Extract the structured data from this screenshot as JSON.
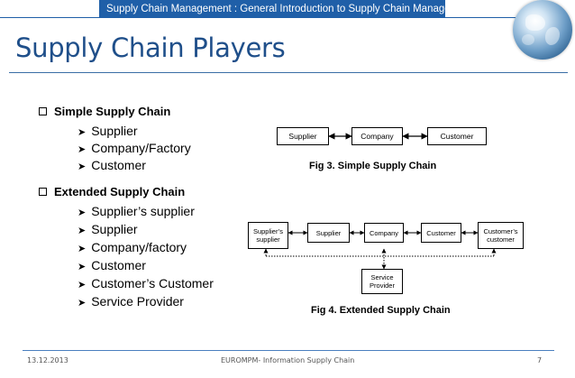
{
  "header": {
    "banner_text": "Supply Chain Management : General Introduction to Supply Chain Management",
    "globe_icon": "globe-icon"
  },
  "slide": {
    "title": "Supply Chain Players"
  },
  "bullets": {
    "simple": {
      "heading": "Simple Supply Chain",
      "items": [
        "Supplier",
        "Company/Factory",
        "Customer"
      ]
    },
    "extended": {
      "heading": "Extended Supply Chain",
      "items": [
        "Supplier’s supplier",
        "Supplier",
        "Company/factory",
        "Customer",
        "Customer’s Customer",
        "Service Provider"
      ]
    }
  },
  "fig3": {
    "nodes": [
      "Supplier",
      "Company",
      "Customer"
    ],
    "caption": "Fig 3. Simple Supply Chain"
  },
  "fig4": {
    "nodes": [
      "Supplier’s supplier",
      "Supplier",
      "Company",
      "Customer",
      "Customer’s customer"
    ],
    "service": "Service Provider",
    "caption": "Fig 4. Extended Supply Chain"
  },
  "footer": {
    "date": "13.12.2013",
    "center": "EUROMPM- Information Supply Chain",
    "page": "7"
  },
  "colors": {
    "accent": "#1f5fa8",
    "title": "#1f4f8a"
  }
}
